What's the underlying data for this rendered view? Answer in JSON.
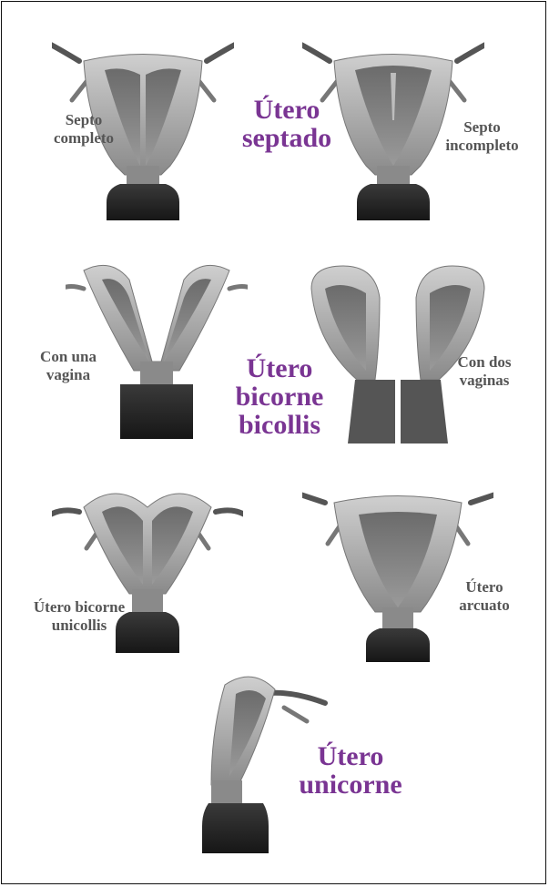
{
  "colors": {
    "title": "#7a3593",
    "label": "#555555",
    "frame": "#111111"
  },
  "titles": {
    "septado": [
      "Útero",
      "septado"
    ],
    "bicollis": [
      "Útero",
      "bicorne",
      "bicollis"
    ],
    "unicorne": [
      "Útero",
      "unicorne"
    ]
  },
  "labels": {
    "septo_completo": [
      "Septo",
      "completo"
    ],
    "septo_incompleto": [
      "Septo",
      "incompleto"
    ],
    "con_una_vagina": [
      "Con una",
      "vagina"
    ],
    "con_dos_vaginas": [
      "Con dos",
      "vaginas"
    ],
    "bicorne_unicollis": [
      "Útero bicorne",
      "unicollis"
    ],
    "arcuato": [
      "Útero",
      "arcuato"
    ]
  },
  "illustrations": [
    {
      "name": "septo-completo-uterus-illustration"
    },
    {
      "name": "septo-incompleto-uterus-illustration"
    },
    {
      "name": "bicollis-una-vagina-uterus-illustration"
    },
    {
      "name": "bicollis-dos-vaginas-uterus-illustration"
    },
    {
      "name": "bicorne-unicollis-uterus-illustration"
    },
    {
      "name": "arcuato-uterus-illustration"
    },
    {
      "name": "unicorne-uterus-illustration"
    }
  ]
}
